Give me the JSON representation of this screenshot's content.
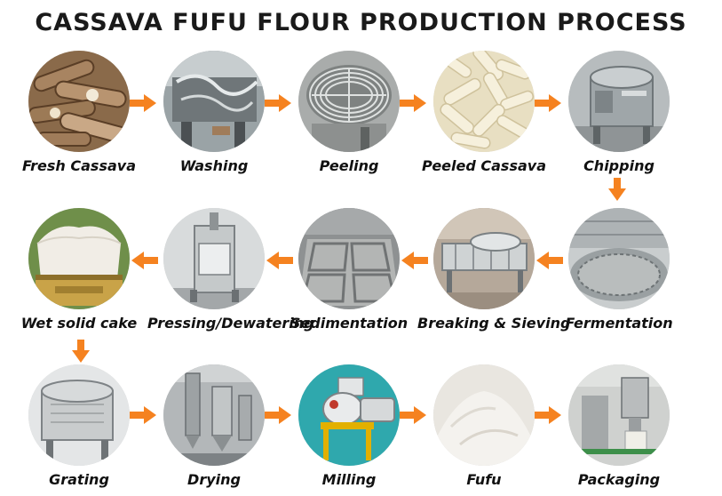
{
  "title": "CASSAVA FUFU FLOUR PRODUCTION PROCESS",
  "arrow_color": "#f58220",
  "steps": [
    {
      "label": "Fresh Cassava",
      "icon": "fresh-cassava-photo"
    },
    {
      "label": "Washing",
      "icon": "washing-machine-photo"
    },
    {
      "label": "Peeling",
      "icon": "peeling-drum-photo"
    },
    {
      "label": "Peeled Cassava",
      "icon": "peeled-cassava-photo"
    },
    {
      "label": "Chipping",
      "icon": "chipping-machine-photo"
    },
    {
      "label": "Fermentation",
      "icon": "fermentation-tank-photo"
    },
    {
      "label": "Breaking & Sieving",
      "icon": "sieving-machine-photo"
    },
    {
      "label": "Sedimentation",
      "icon": "sedimentation-pool-photo"
    },
    {
      "label": "Pressing/Dewatering",
      "icon": "press-machine-photo"
    },
    {
      "label": "Wet solid cake",
      "icon": "wet-cake-photo"
    },
    {
      "label": "Grating",
      "icon": "grating-machine-photo"
    },
    {
      "label": "Drying",
      "icon": "dryer-photo"
    },
    {
      "label": "Milling",
      "icon": "mill-photo"
    },
    {
      "label": "Fufu",
      "icon": "flour-pile-photo"
    },
    {
      "label": "Packaging",
      "icon": "packaging-machine-photo"
    }
  ]
}
